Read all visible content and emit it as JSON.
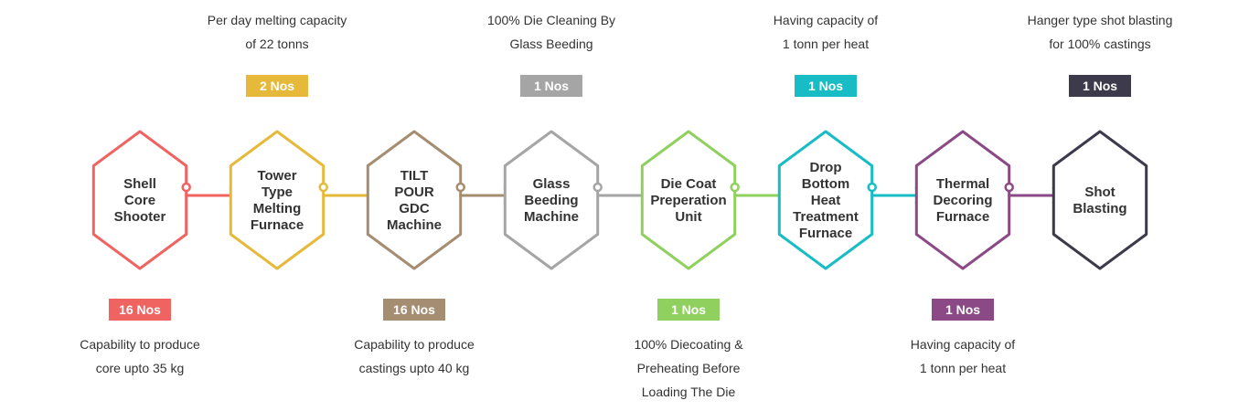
{
  "steps": [
    {
      "lines": [
        "Shell",
        "Core",
        "Shooter"
      ],
      "color": "#ef6461",
      "badge": "16 Nos",
      "badge_pos": "bottom",
      "desc": [
        "Capability to produce",
        "core upto 35 kg"
      ]
    },
    {
      "lines": [
        "Tower",
        "Type",
        "Melting",
        "Furnace"
      ],
      "color": "#e6b93a",
      "badge": "2 Nos",
      "badge_pos": "top",
      "desc": [
        "Per day melting capacity",
        "of 22 tonns"
      ]
    },
    {
      "lines": [
        "TILT",
        "POUR",
        "GDC",
        "Machine"
      ],
      "color": "#a58d72",
      "badge": "16 Nos",
      "badge_pos": "bottom",
      "desc": [
        "Capability to produce",
        "castings upto 40 kg"
      ]
    },
    {
      "lines": [
        "Glass",
        "Beeding",
        "Machine"
      ],
      "color": "#a5a5a5",
      "badge": "1 Nos",
      "badge_pos": "top",
      "desc": [
        "100% Die Cleaning By",
        "Glass Beeding"
      ]
    },
    {
      "lines": [
        "Die Coat",
        "Preperation",
        "Unit"
      ],
      "color": "#8fd05e",
      "badge": "1 Nos",
      "badge_pos": "bottom",
      "desc": [
        "100% Diecoating &",
        "Preheating Before",
        "Loading The Die"
      ]
    },
    {
      "lines": [
        "Drop",
        "Bottom",
        "Heat",
        "Treatment",
        "Furnace"
      ],
      "color": "#17bcc4",
      "badge": "1 Nos",
      "badge_pos": "top",
      "desc": [
        "Having capacity of",
        "1 tonn per heat"
      ]
    },
    {
      "lines": [
        "Thermal",
        "Decoring",
        "Furnace"
      ],
      "color": "#8b4a86",
      "badge": "1 Nos",
      "badge_pos": "bottom",
      "desc": [
        "Having capacity of",
        "1 tonn per heat"
      ]
    },
    {
      "lines": [
        "Shot",
        "Blasting"
      ],
      "color": "#3c3a4b",
      "badge": "1 Nos",
      "badge_pos": "top",
      "desc": [
        "Hanger type shot blasting",
        "for 100% castings"
      ]
    }
  ]
}
